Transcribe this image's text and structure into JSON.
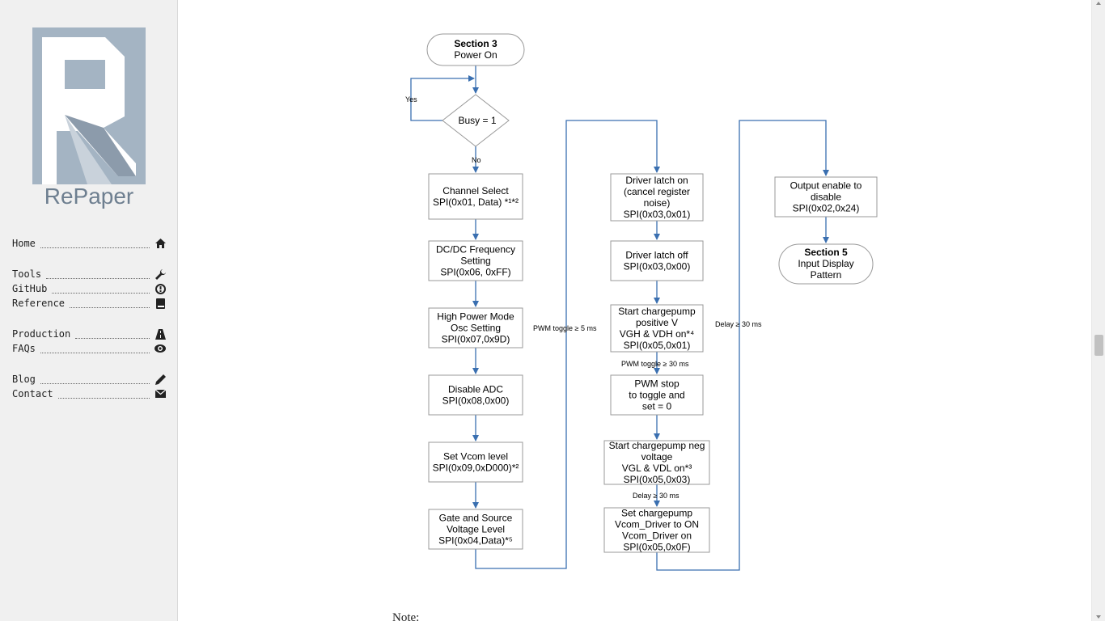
{
  "sidebar": {
    "logo_text": "RePaper",
    "nav": [
      {
        "label": "Home",
        "icon": "home-icon"
      },
      {
        "label": "Tools",
        "icon": "wrench-icon"
      },
      {
        "label": "GitHub",
        "icon": "github-icon"
      },
      {
        "label": "Reference",
        "icon": "book-icon"
      },
      {
        "label": "Production",
        "icon": "road-icon"
      },
      {
        "label": "FAQs",
        "icon": "eye-icon"
      },
      {
        "label": "Blog",
        "icon": "pencil-icon"
      },
      {
        "label": "Contact",
        "icon": "envelope-icon"
      }
    ]
  },
  "flowchart": {
    "start": {
      "line1": "Section 3",
      "line2": "Power On"
    },
    "busy": "Busy = 1",
    "yes": "Yes",
    "no": "No",
    "col1": [
      {
        "lines": [
          "Channel Select",
          "SPI(0x01, Data) *¹*²"
        ]
      },
      {
        "lines": [
          "DC/DC Frequency",
          "Setting",
          "SPI(0x06, 0xFF)"
        ]
      },
      {
        "lines": [
          "High Power Mode",
          "Osc Setting",
          "SPI(0x07,0x9D)"
        ]
      },
      {
        "lines": [
          "Disable ADC",
          "SPI(0x08,0x00)"
        ]
      },
      {
        "lines": [
          "Set Vcom level",
          "SPI(0x09,0xD000)*²"
        ]
      },
      {
        "lines": [
          "Gate and Source",
          "Voltage Level",
          "SPI(0x04,Data)*⁵"
        ]
      }
    ],
    "col2": [
      {
        "lines": [
          "Driver latch on",
          "(cancel register",
          "noise)",
          "SPI(0x03,0x01)"
        ]
      },
      {
        "lines": [
          "Driver latch off",
          "SPI(0x03,0x00)"
        ]
      },
      {
        "lines": [
          "Start chargepump",
          "positive V",
          "VGH & VDH on*⁴",
          "SPI(0x05,0x01)"
        ]
      },
      {
        "lines": [
          "PWM stop",
          "to toggle and",
          "set = 0"
        ]
      },
      {
        "lines": [
          "Start chargepump neg",
          "voltage",
          "VGL & VDL on*³",
          "SPI(0x05,0x03)"
        ]
      },
      {
        "lines": [
          "Set chargepump",
          "Vcom_Driver to ON",
          "Vcom_Driver on",
          "SPI(0x05,0x0F)"
        ]
      }
    ],
    "col3": [
      {
        "lines": [
          "Output enable to",
          "disable",
          "SPI(0x02,0x24)"
        ]
      }
    ],
    "end": {
      "line1": "Section 5",
      "line2": "Input Display",
      "line3": "Pattern"
    },
    "labels": {
      "pwm_toggle_5": "PWM toggle ≥ 5 ms",
      "pwm_toggle_30": "PWM toggle ≥ 30 ms",
      "delay_30_a": "Delay ≥ 30 ms",
      "delay_30_b": "Delay ≥ 30 ms"
    }
  },
  "note": "Note:"
}
